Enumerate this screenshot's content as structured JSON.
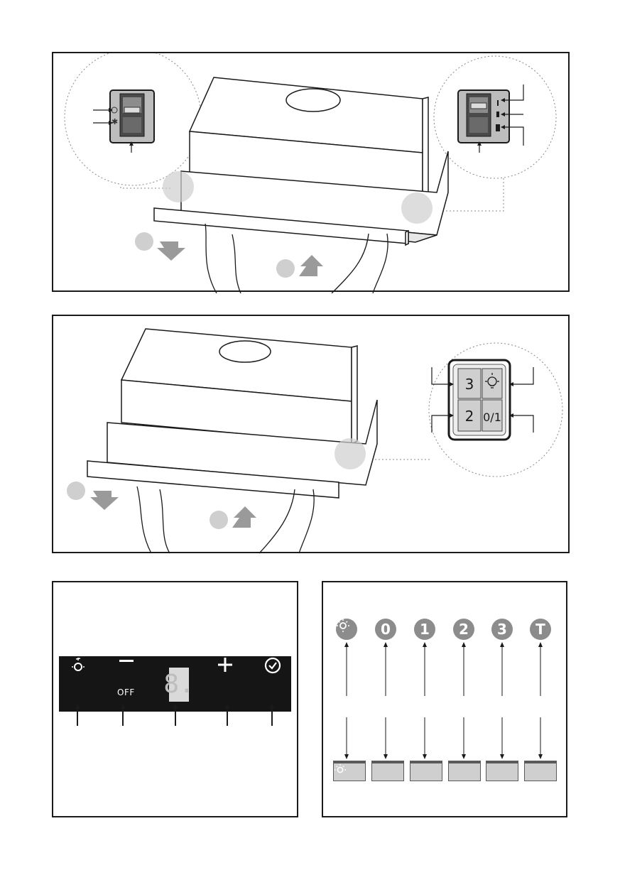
{
  "figure1": {
    "switch_left_symbols": [
      "O",
      "✱"
    ],
    "switch_right_symbols": [
      "I",
      "II",
      "III"
    ]
  },
  "figure2": {
    "keys": [
      "3",
      "2",
      "0/1"
    ],
    "light_icon": "bulb-icon"
  },
  "figure3": {
    "off_label": "OFF",
    "display_digit": "8.",
    "icons": [
      "light-icon",
      "off-icon",
      "display",
      "plus-icon",
      "timer-icon"
    ]
  },
  "figure4": {
    "circle_labels": [
      "0",
      "1",
      "2",
      "3",
      "T"
    ],
    "first_circle_icon": "light-icon",
    "colors": {
      "circle_fill": "#8c8c8c",
      "key_fill": "#cfcfcf"
    }
  }
}
